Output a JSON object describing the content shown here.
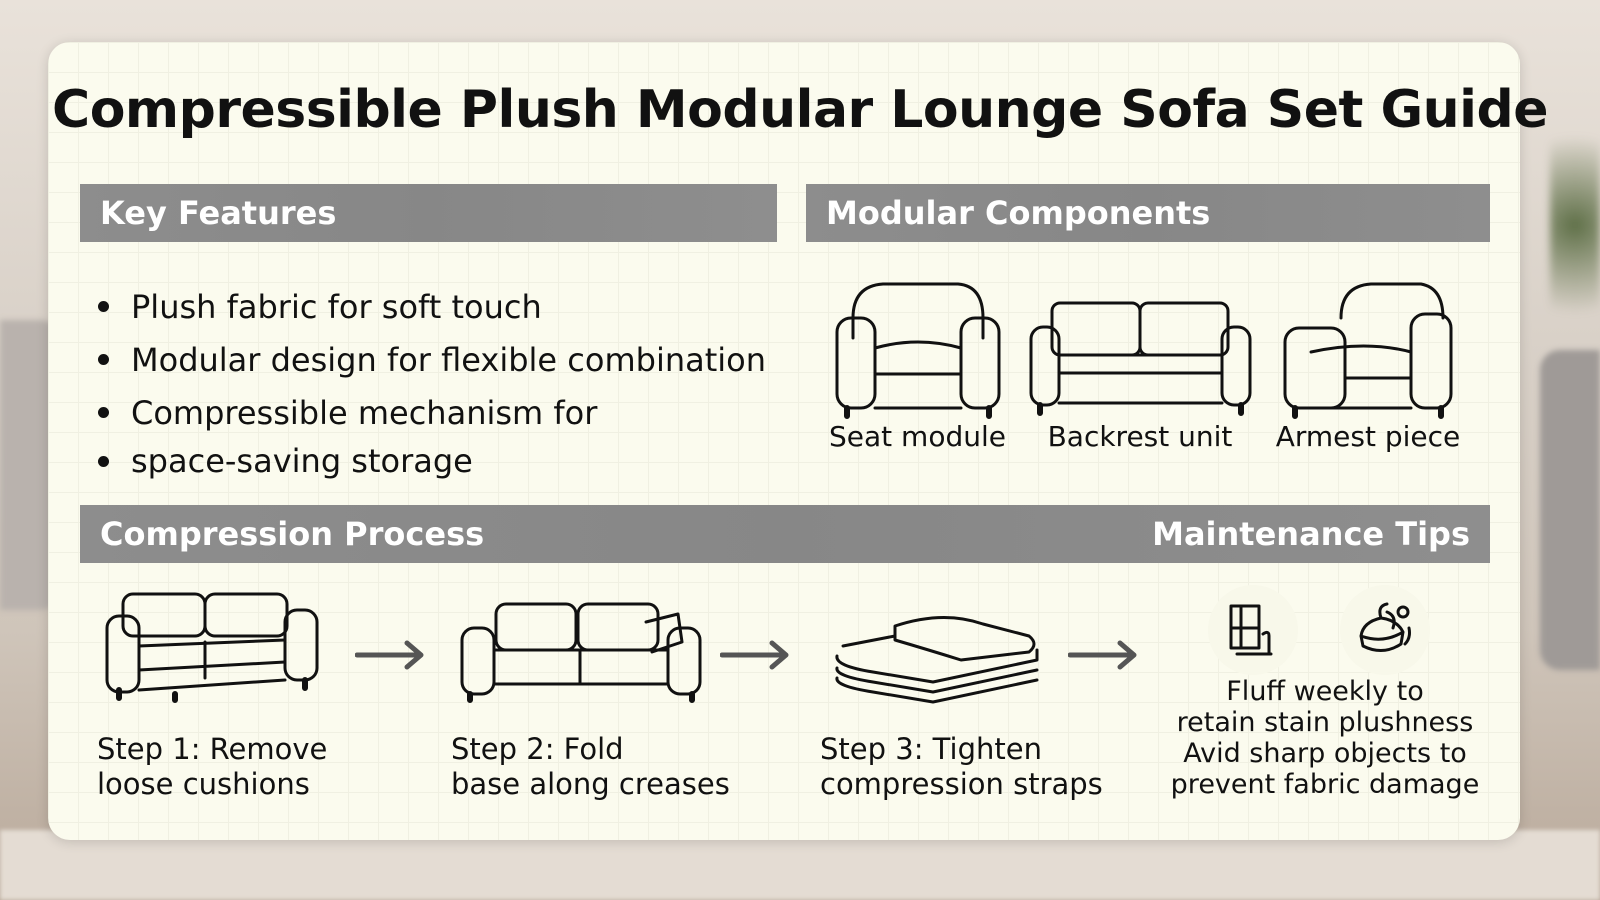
{
  "title": "Compressible Plush Modular Lounge Sofa Set Guide",
  "sections": {
    "key_features": {
      "heading": "Key Features",
      "bullets": [
        "Plush fabric for soft touch",
        "Modular design for flexible combination",
        "Compressible mechanism for",
        "space-saving storage"
      ]
    },
    "modular_components": {
      "heading": "Modular Components",
      "items": [
        {
          "label": "Seat module",
          "icon": "armchair-icon"
        },
        {
          "label": "Backrest unit",
          "icon": "loveseat-icon"
        },
        {
          "label": "Armest piece",
          "icon": "armchair-icon"
        }
      ]
    },
    "compression_process": {
      "heading": "Compression Process",
      "steps": [
        {
          "line1": "Step 1: Remove",
          "line2": "loose cushions",
          "icon": "sofa-icon"
        },
        {
          "line1": "Step 2: Fold",
          "line2": "base along creases",
          "icon": "sofa-icon"
        },
        {
          "line1": "Step 3: Tighten",
          "line2": "compression straps",
          "icon": "folded-cushions-icon"
        }
      ]
    },
    "maintenance_tips": {
      "heading": "Maintenance Tips",
      "lines": [
        "Fluff weekly to",
        "retain stain plushness",
        "Avid sharp objects to",
        "prevent fabric damage"
      ]
    }
  }
}
